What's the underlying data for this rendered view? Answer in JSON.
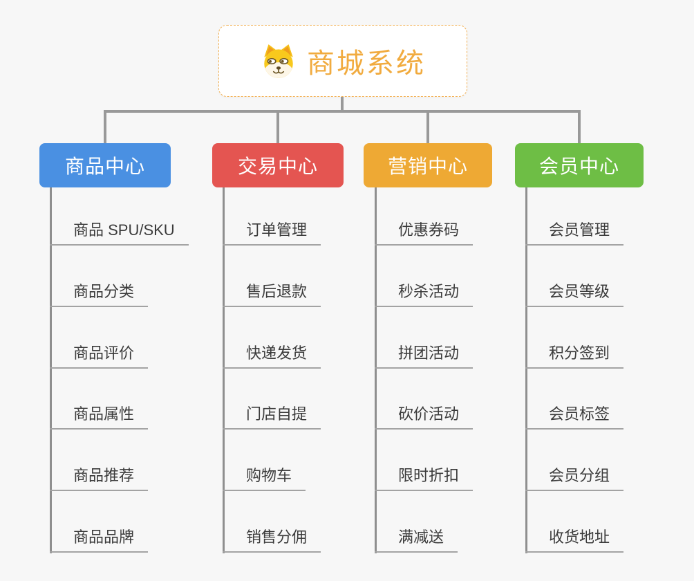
{
  "page": {
    "background_color": "#f7f7f7",
    "connector_color": "#999999"
  },
  "root": {
    "title": "商城系统",
    "icon": "dog-face-icon",
    "title_color": "#f1ab3f",
    "border_color": "#f3b155"
  },
  "branches": [
    {
      "label": "商品中心",
      "color": "#4a90e2",
      "items": [
        "商品 SPU/SKU",
        "商品分类",
        "商品评价",
        "商品属性",
        "商品推荐",
        "商品品牌"
      ]
    },
    {
      "label": "交易中心",
      "color": "#e45551",
      "items": [
        "订单管理",
        "售后退款",
        "快递发货",
        "门店自提",
        "购物车",
        "销售分佣"
      ]
    },
    {
      "label": "营销中心",
      "color": "#eea934",
      "items": [
        "优惠券码",
        "秒杀活动",
        "拼团活动",
        "砍价活动",
        "限时折扣",
        "满减送"
      ]
    },
    {
      "label": "会员中心",
      "color": "#6ebe45",
      "items": [
        "会员管理",
        "会员等级",
        "积分签到",
        "会员标签",
        "会员分组",
        "收货地址"
      ]
    }
  ]
}
